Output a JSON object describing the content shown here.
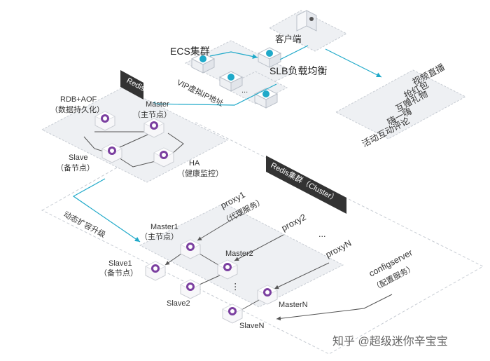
{
  "client": {
    "label": "客户端"
  },
  "ecs": {
    "label": "ECS集群"
  },
  "slb": {
    "label": "SLB负载均衡"
  },
  "vip": {
    "label": "VIP虚拟IP地址"
  },
  "business": [
    "视频直播",
    "抢红包",
    "互赠礼物",
    "嗨一嗨",
    "活动互动评论"
  ],
  "redis_single": {
    "title": "Redis",
    "rdb_line1": "RDB+AOF",
    "rdb_line2": "（数据持久化）",
    "master_line1": "Master",
    "master_line2": "（主节点）",
    "slave_line1": "Slave",
    "slave_line2": "（备节点）",
    "ha_line1": "HA",
    "ha_line2": "（健康监控）"
  },
  "scale": {
    "label": "动态扩容升级"
  },
  "cluster": {
    "title": "Redis集群（Cluster）",
    "proxy1_line1": "proxy1",
    "proxy1_line2": "（代理服务）",
    "proxy2": "proxy2",
    "dots": "...",
    "proxyN": "proxyN",
    "config_line1": "configserver",
    "config_line2": "（配置服务）",
    "master1_line1": "Master1",
    "master1_line2": "（主节点）",
    "slave1_line1": "Slave1",
    "slave1_line2": "（备节点）",
    "master2": "Master2",
    "slave2": "Slave2",
    "masterN": "MasterN",
    "slaveN": "SlaveN",
    "vdots": "⋮"
  },
  "watermark": "知乎 @超级迷你辛宝宝",
  "colors": {
    "accent": "#1fa9c9",
    "node": "#7b3fa0",
    "panel": "#eef0f3",
    "border": "#b9bfc8"
  }
}
